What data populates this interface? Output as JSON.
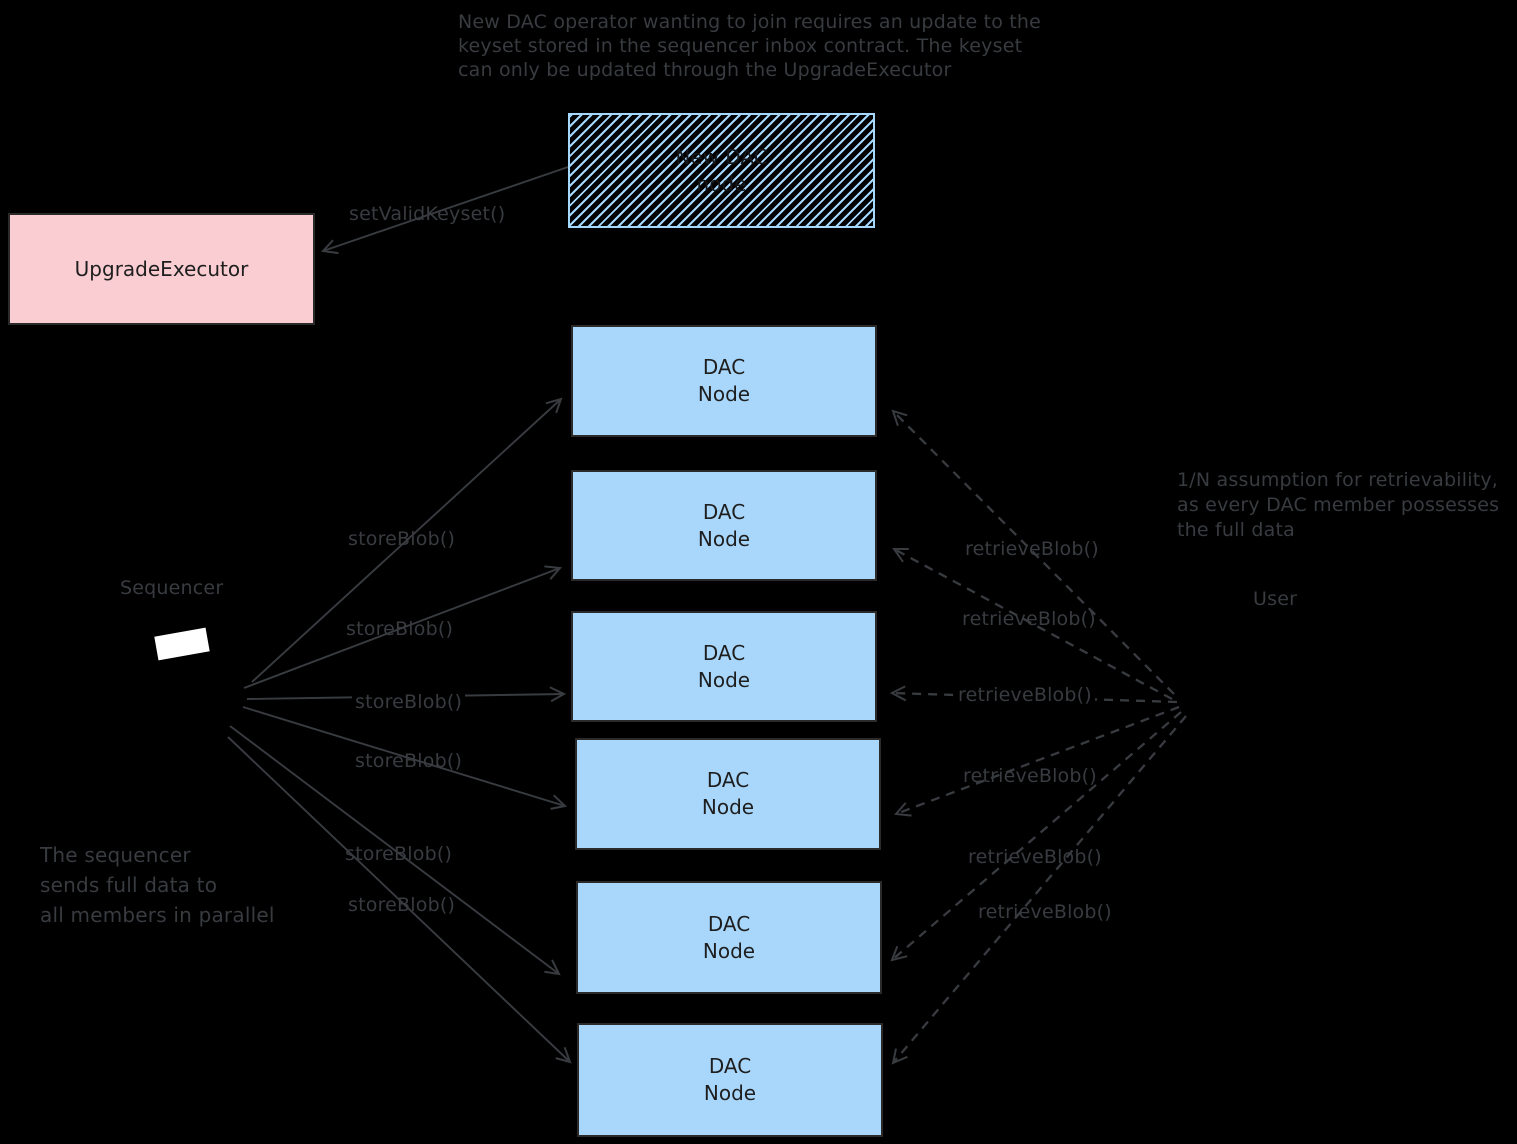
{
  "colors": {
    "background": "#000000",
    "ink": "#383b40",
    "pink": "#f9cdd2",
    "blue": "#a8d7fb",
    "hatch_blue": "#a5d8ff",
    "box_text": "#1e1e1e",
    "white": "#ffffff"
  },
  "notes": {
    "top": "New DAC operator wanting to join requires an update to the\nkeyset stored in the sequencer inbox contract. The keyset\ncan only be updated through the UpgradeExecutor",
    "bottom_left": "The sequencer\nsends full data to\nall members in parallel",
    "right": "1/N assumption for retrievability,\nas every DAC member possesses\nthe full data"
  },
  "nodes": {
    "upgrade_executor": "UpgradeExecutor",
    "new_dac_node": "New DAC\nnode",
    "dac_node": "DAC\nNode"
  },
  "actors": {
    "sequencer": "Sequencer",
    "user": "User"
  },
  "calls": {
    "set_valid_keyset": "setValidKeyset()",
    "store_blob": "storeBlob()",
    "retrieve_blob": "retrieveBlob()"
  }
}
